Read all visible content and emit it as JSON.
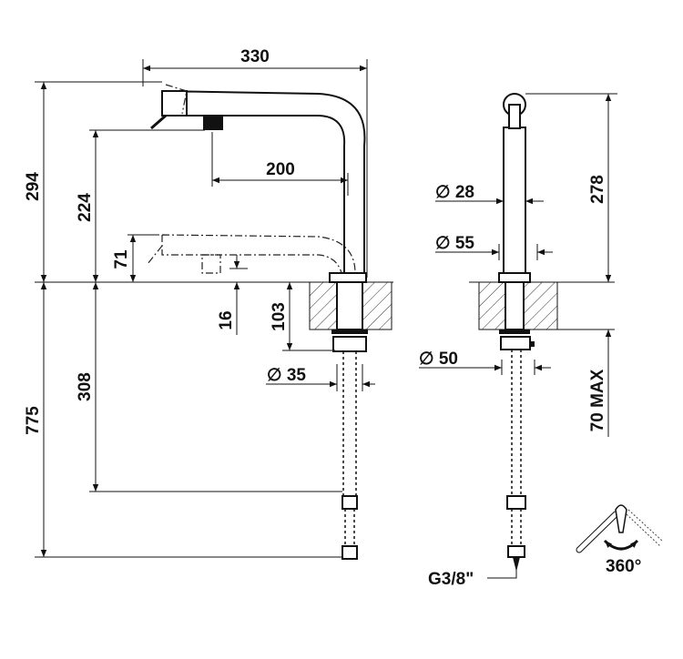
{
  "title": "Kitchen mixer technical drawing",
  "side_view": {
    "dims": {
      "width_total": "330",
      "height_total": "294",
      "spout_height": "224",
      "lowered_height": "71",
      "reach": "200",
      "offset": "16",
      "deck_thickness": "103",
      "hose_length": "308",
      "total_below": "775",
      "hole_diameter": "∅ 35"
    }
  },
  "front_view": {
    "dims": {
      "height": "278",
      "body_diameter": "∅ 28",
      "base_diameter": "∅ 55",
      "nut_diameter": "∅ 50",
      "max_deck": "70 MAX",
      "connection": "G3/8\""
    }
  },
  "rotation_icon": {
    "label": "360°"
  }
}
